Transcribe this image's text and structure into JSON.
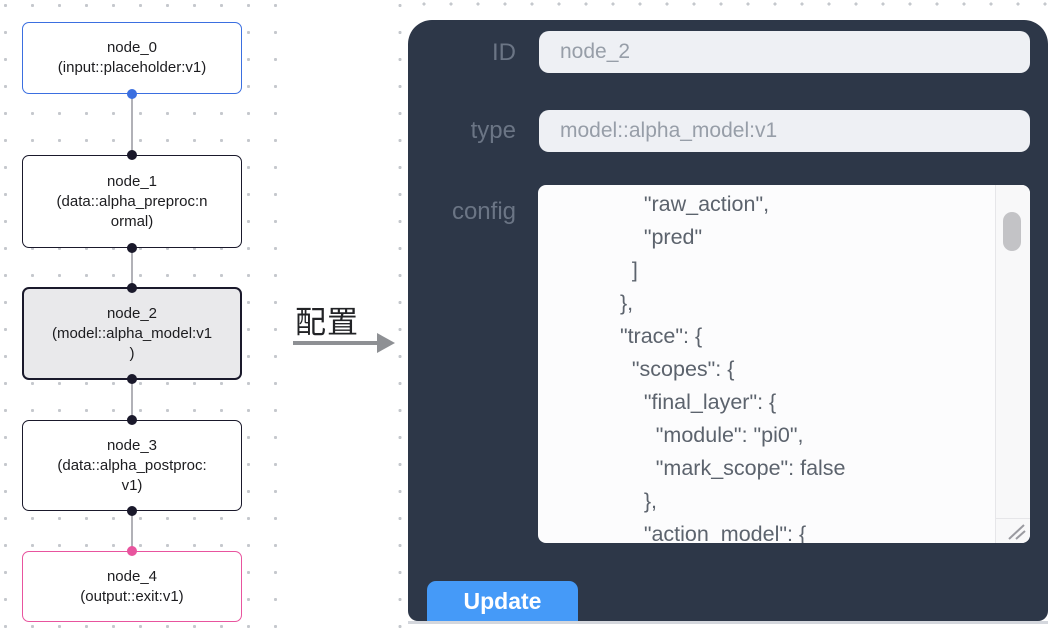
{
  "canvas": {
    "nodes": [
      {
        "id": "node_0",
        "lines": [
          "node_0",
          "(input::placeholder:v1)"
        ],
        "kind": "input",
        "border_color": "#3b6fe0"
      },
      {
        "id": "node_1",
        "lines": [
          "node_1",
          "(data::alpha_preproc:n",
          "ormal)"
        ],
        "kind": "default",
        "border_color": "#1a192b"
      },
      {
        "id": "node_2",
        "lines": [
          "node_2",
          "(model::alpha_model:v1",
          ")"
        ],
        "kind": "default-selected",
        "border_color": "#1a192b",
        "selected_bg": "#e9e9eb"
      },
      {
        "id": "node_3",
        "lines": [
          "node_3",
          "(data::alpha_postproc:",
          "v1)"
        ],
        "kind": "default",
        "border_color": "#1a192b"
      },
      {
        "id": "node_4",
        "lines": [
          "node_4",
          "(output::exit:v1)"
        ],
        "kind": "output",
        "border_color": "#e8549e"
      }
    ]
  },
  "annotation": {
    "label": "配置"
  },
  "panel": {
    "fields": [
      {
        "label": "ID",
        "value": "node_2"
      },
      {
        "label": "type",
        "value": "model::alpha_model:v1"
      }
    ],
    "config": {
      "label": "config",
      "lines": [
        "      \"raw_action\",",
        "      \"pred\"",
        "    ]",
        "  },",
        "  \"trace\": {",
        "    \"scopes\": {",
        "      \"final_layer\": {",
        "        \"module\": \"pi0\",",
        "        \"mark_scope\": false",
        "      },",
        "      \"action_model\": {"
      ]
    },
    "update_button": "Update"
  },
  "colors": {
    "panel-bg": "#2d3748",
    "label": "#6b7585",
    "input-bg": "#eef0f4",
    "input-text": "#979ea8",
    "textarea-bg": "#fcfcfd",
    "code-text": "#5c636d",
    "button-bg": "#459af8",
    "button-text": "#ffffff",
    "node-default": "#1a192b",
    "node-input": "#3b6fe0",
    "node-output": "#e8549e",
    "node-selected-bg": "#e9e9eb",
    "edge": "#b1b1b7",
    "dot": "#c5c8cd"
  }
}
